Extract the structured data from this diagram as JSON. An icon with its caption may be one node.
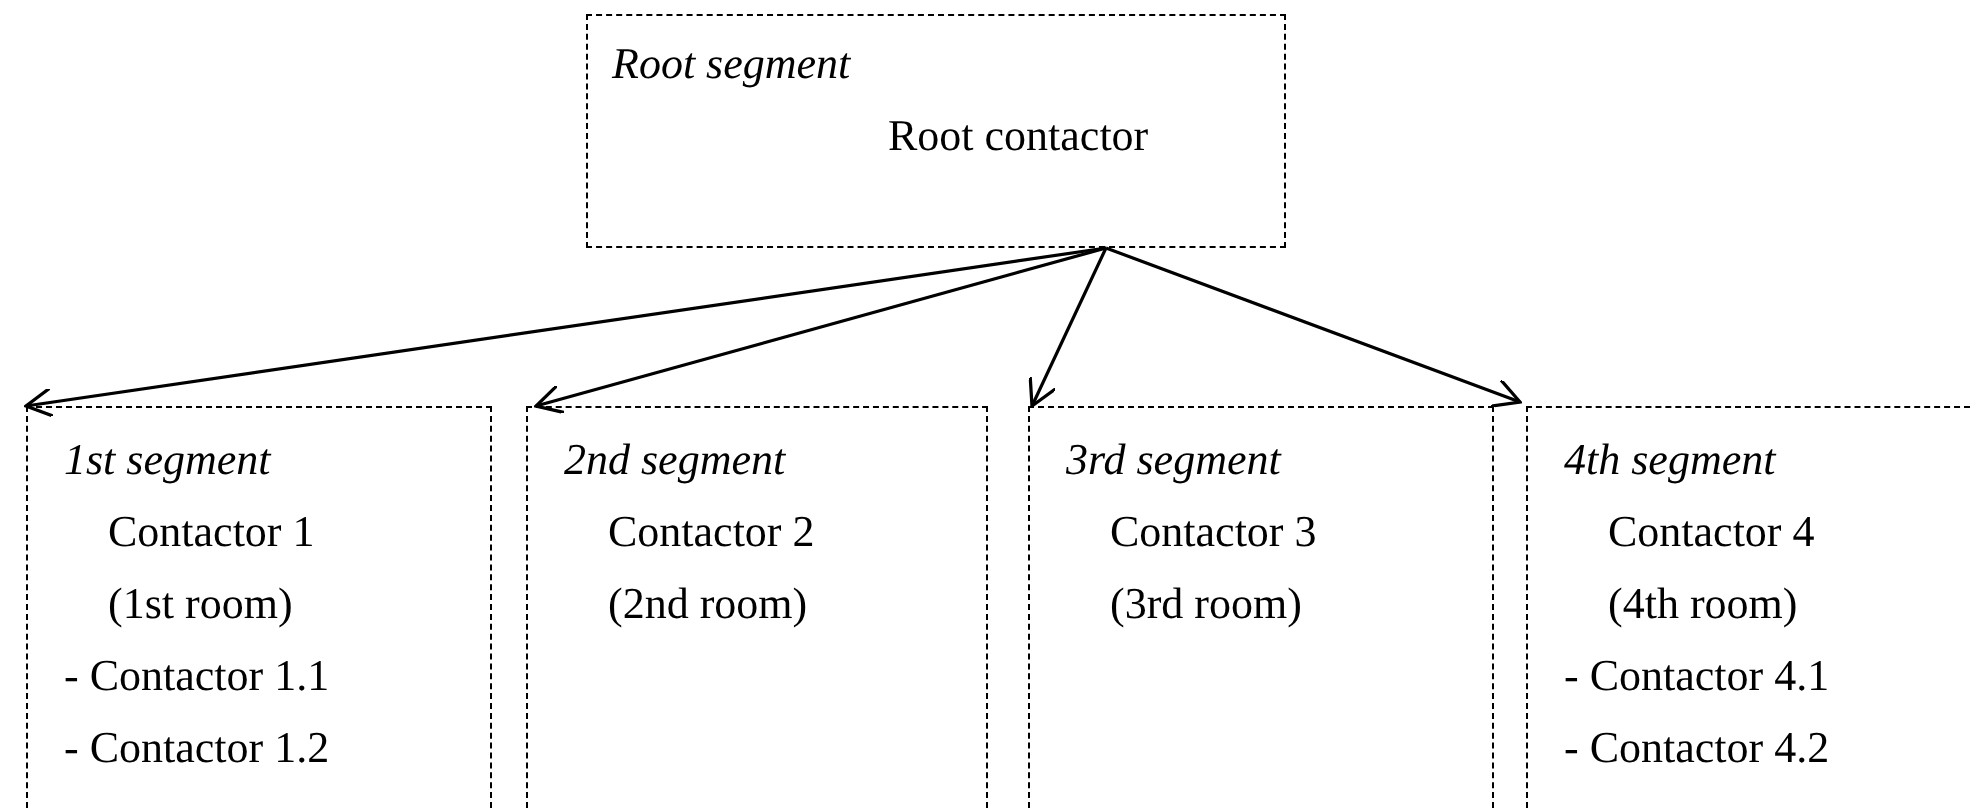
{
  "diagram": {
    "nodes": [
      {
        "text": [
          "Root segment",
          "Root contactor"
        ]
      },
      {
        "text": [
          "1st segment",
          "Contactor 1 (1st room)",
          "- Contactor 1.1",
          "- Contactor 1.2"
        ]
      },
      {
        "text": [
          "2nd segment",
          "Contactor 2 (2nd room)"
        ]
      },
      {
        "text": [
          "3rd segment",
          "Contactor 3 (3rd room)"
        ]
      },
      {
        "text": [
          "4th segment",
          "Contactor 4 (4th room)",
          "- Contactor 4.1",
          "- Contactor 4.2"
        ]
      }
    ],
    "edges": [
      {
        "from": 0,
        "to": 1,
        "arrow": "to"
      },
      {
        "from": 0,
        "to": 2,
        "arrow": "to"
      },
      {
        "from": 0,
        "to": 3,
        "arrow": "to"
      },
      {
        "from": 0,
        "to": 4,
        "arrow": "to"
      }
    ]
  }
}
